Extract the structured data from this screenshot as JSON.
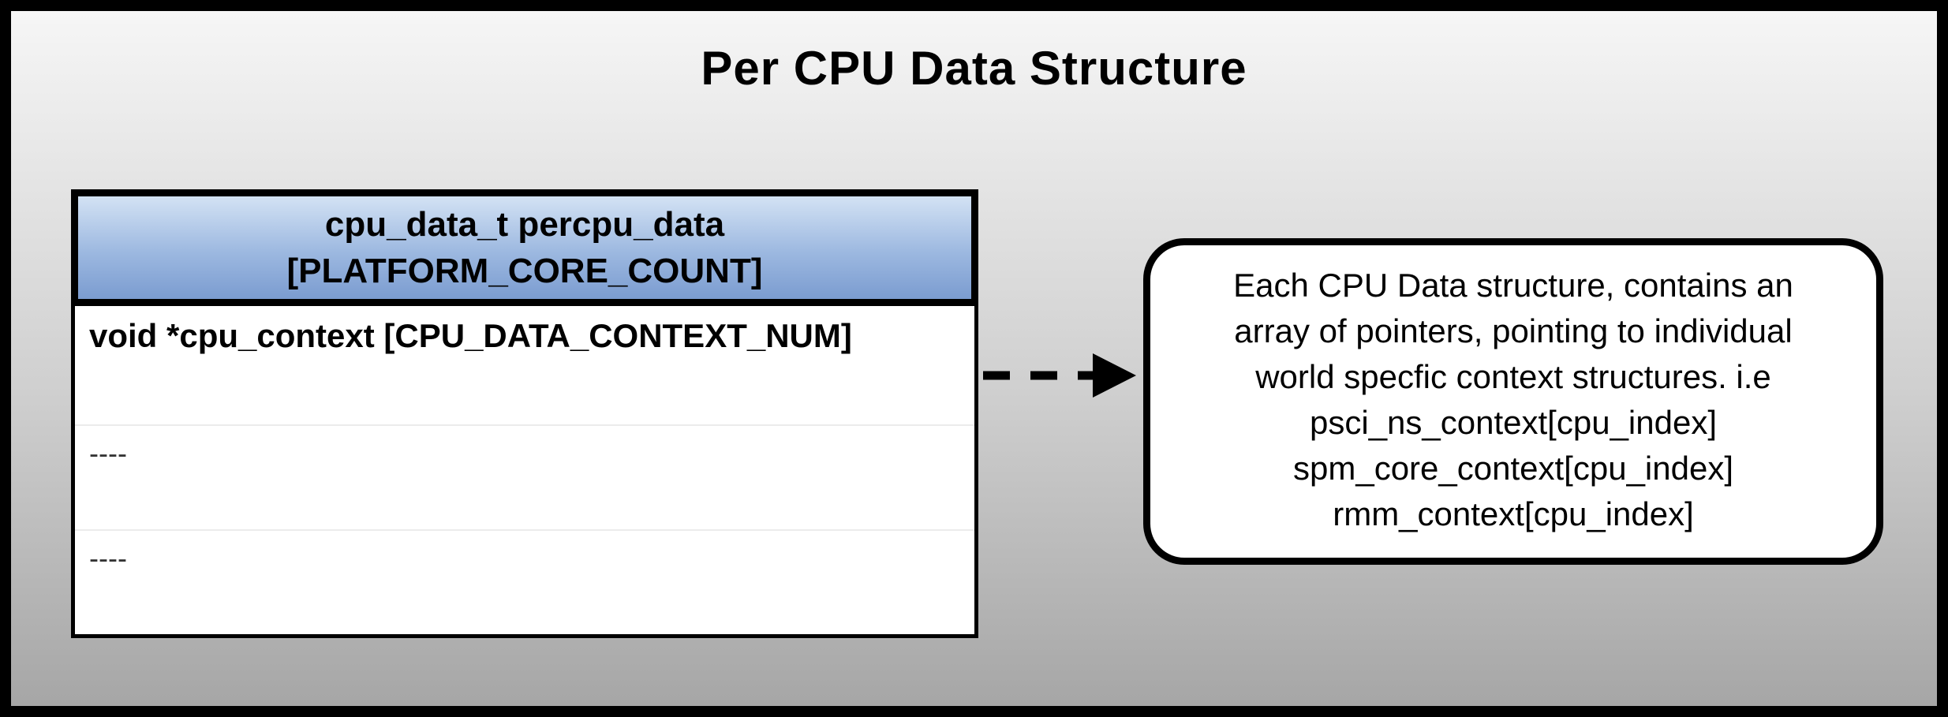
{
  "title": "Per CPU Data Structure",
  "table": {
    "header_line1": "cpu_data_t percpu_data",
    "header_line2": "[PLATFORM_CORE_COUNT]",
    "rows": [
      "void *cpu_context [CPU_DATA_CONTEXT_NUM]",
      "----",
      "----"
    ]
  },
  "callout": {
    "lines": [
      "Each CPU Data structure, contains an",
      "array of pointers, pointing to individual",
      "world specfic context structures. i.e",
      "psci_ns_context[cpu_index]",
      "spm_core_context[cpu_index]",
      "rmm_context[cpu_index]"
    ]
  },
  "colors": {
    "bg_top": "#f6f6f6",
    "bg_bottom": "#a6a6a6",
    "header_top": "#d3e2f4",
    "header_mid": "#9cb8e0",
    "header_bottom": "#7b9cd0",
    "arrow": "#000000"
  }
}
